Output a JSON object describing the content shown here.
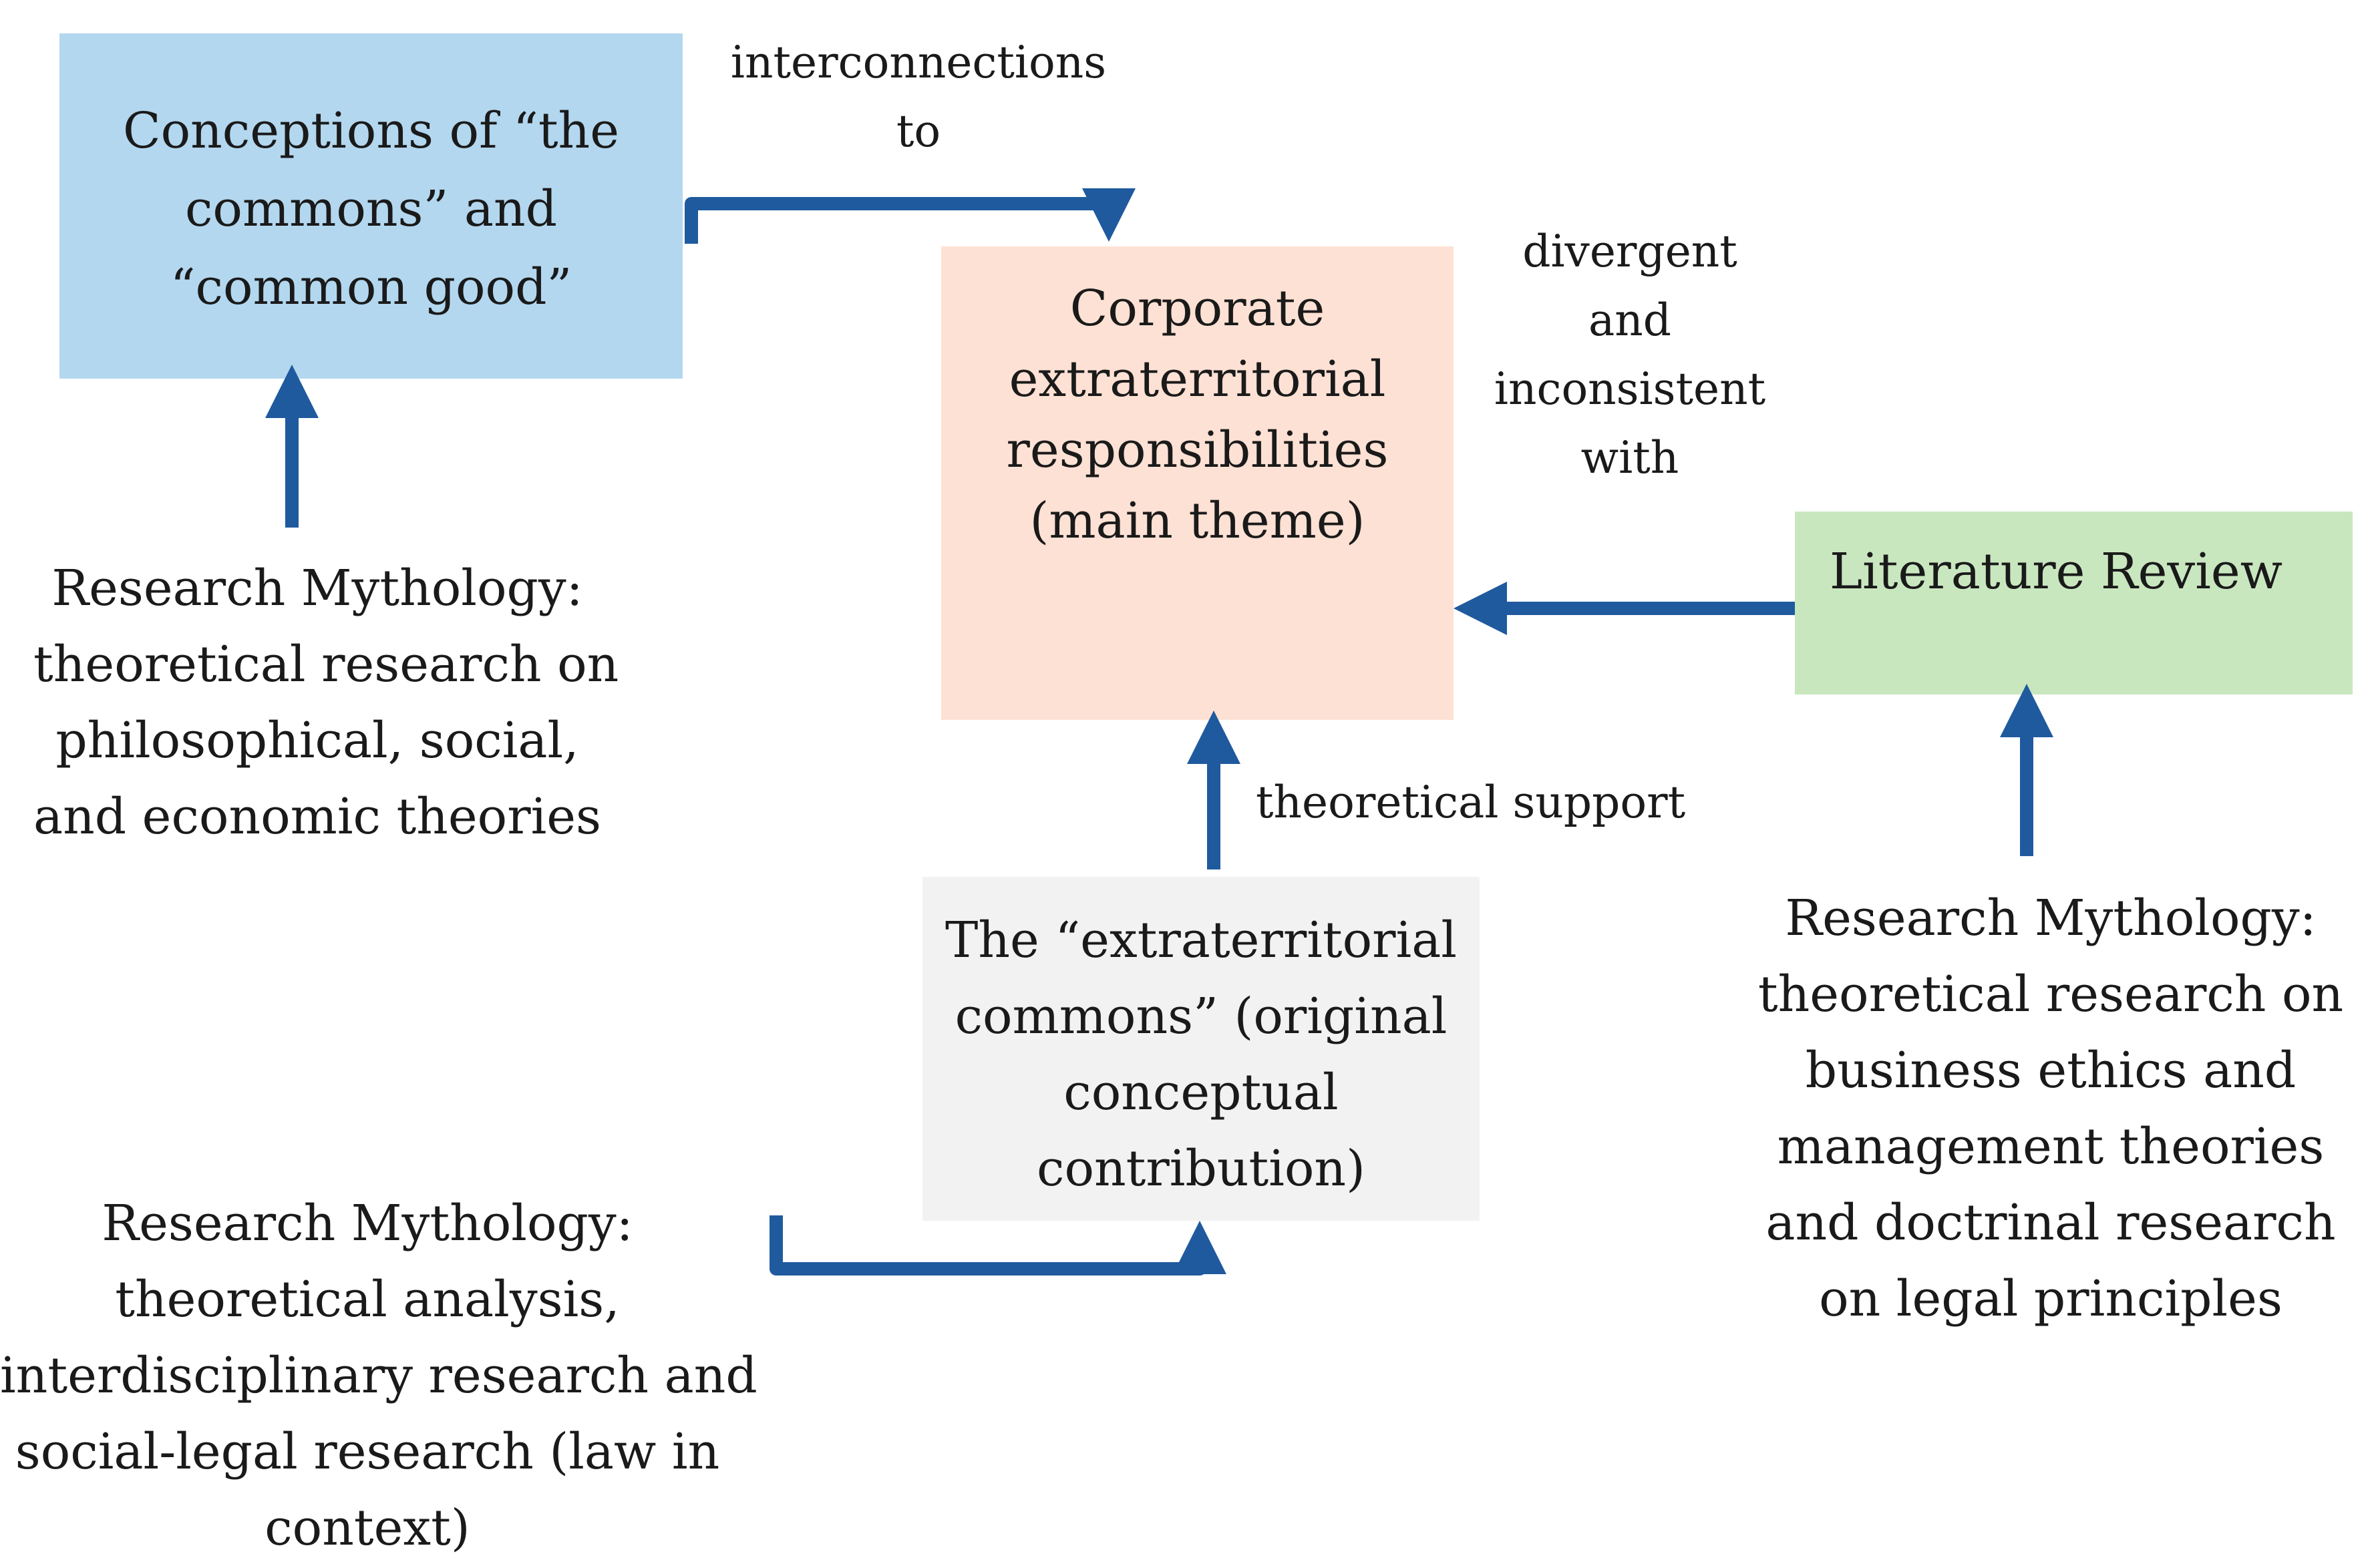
{
  "boxes": {
    "commons": {
      "lines": [
        "Conceptions of “the",
        "commons” and",
        "“common good”"
      ]
    },
    "main_theme": {
      "lines": [
        "Corporate",
        "extraterritorial",
        "responsibilities",
        "(main theme)"
      ]
    },
    "literature_review": {
      "lines": [
        "Literature Review"
      ]
    },
    "extraterritorial_commons": {
      "lines": [
        "The “extraterritorial",
        "commons” (original",
        "conceptual",
        "contribution)"
      ]
    }
  },
  "methodology_texts": {
    "left": {
      "lines": [
        "Research Mythology:",
        "theoretical research on",
        "philosophical, social,",
        "and economic theories"
      ]
    },
    "bottom": {
      "lines": [
        "Research Mythology:",
        "theoretical analysis,",
        "interdisciplinary research and",
        "social-legal research (law in",
        "context)"
      ]
    },
    "right": {
      "lines": [
        "Research Mythology:",
        "theoretical research on",
        "business ethics and",
        "management theories",
        "and doctrinal research",
        "on legal principles"
      ]
    }
  },
  "arrow_labels": {
    "interconnections": {
      "lines": [
        "interconnections",
        "to"
      ]
    },
    "divergent": {
      "lines": [
        "divergent",
        "and",
        "inconsistent",
        "with"
      ]
    },
    "support": {
      "lines": [
        "theoretical support"
      ]
    }
  },
  "colors": {
    "commons_box": "#b3d7ef",
    "main_box": "#fde1d4",
    "literature_box": "#c9e7bf",
    "extra_box": "#f2f2f2",
    "arrow": "#1f5a9e",
    "arrow_outline": "#123c6e"
  }
}
